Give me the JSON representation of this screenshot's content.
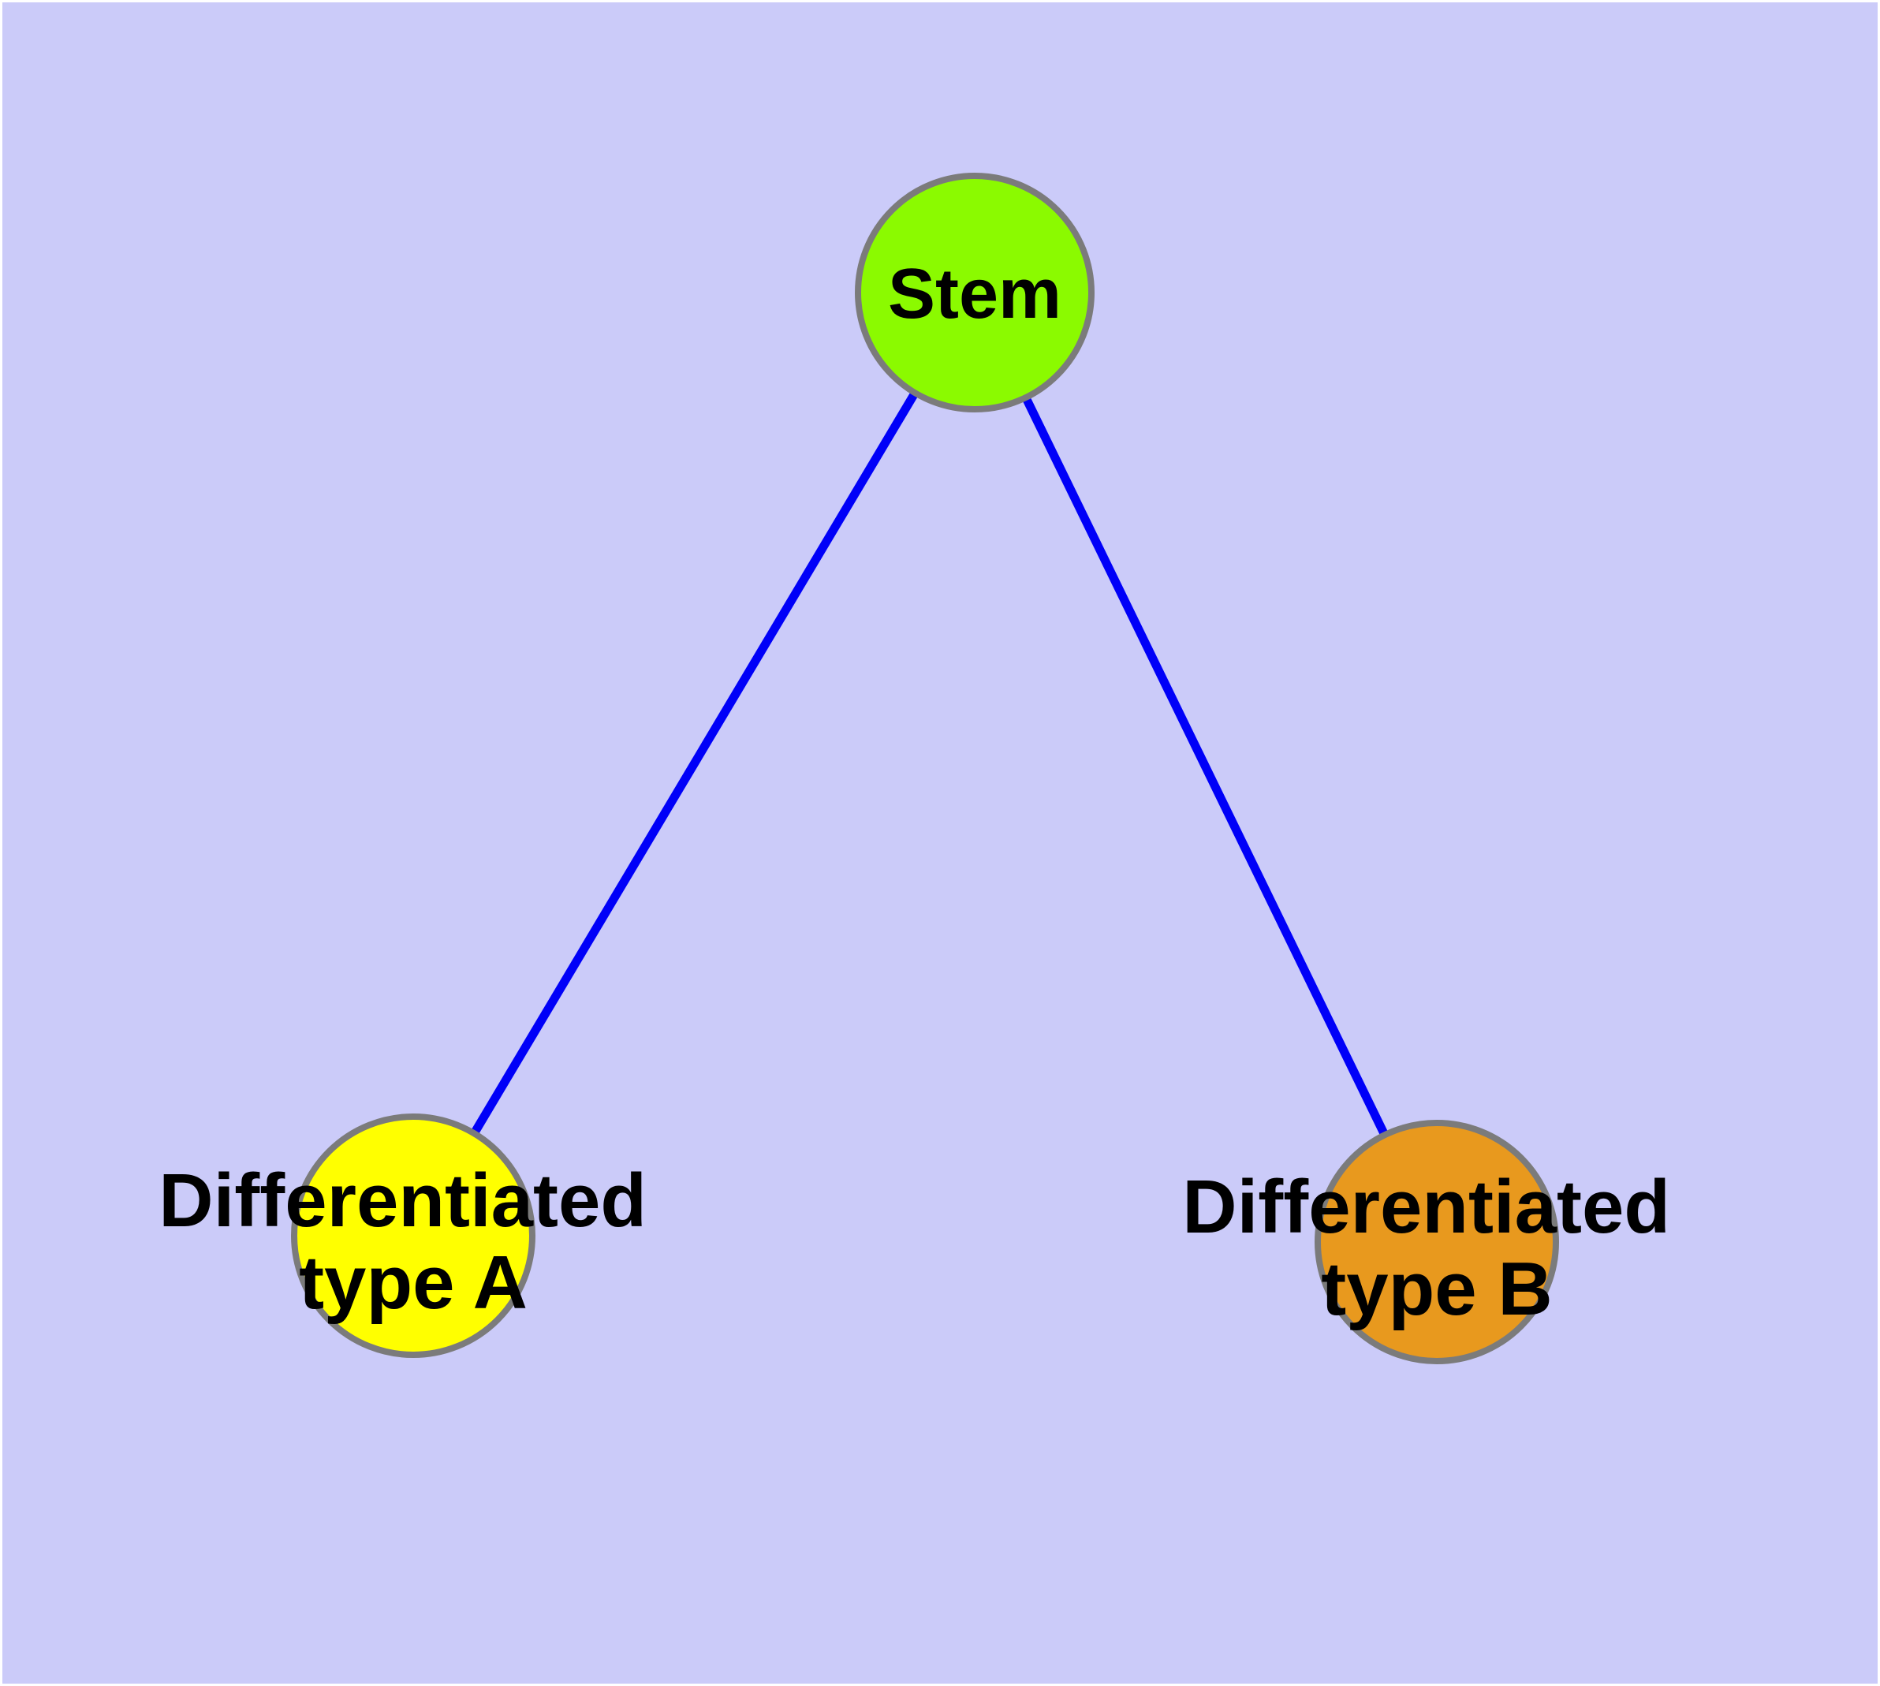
{
  "diagram": {
    "title": "",
    "background_color": "#CBCBF9",
    "page_rim_color": "#FFFFFF",
    "edge_color": "#0000F8",
    "node_border_color": "#7B7B7B",
    "label_color": "#000000",
    "nodes": [
      {
        "id": "stem",
        "label": "Stem",
        "color": "#8BFA00"
      },
      {
        "id": "differentiated-type-a",
        "label_line1": "Differentiated",
        "label_line2": "type A",
        "color": "#FFFF00"
      },
      {
        "id": "differentiated-type-b",
        "label_line1": "Differentiated",
        "label_line2": "type B",
        "color": "#E8991E"
      }
    ],
    "edges": [
      {
        "from": "stem",
        "to": "differentiated-type-a"
      },
      {
        "from": "stem",
        "to": "differentiated-type-b"
      }
    ]
  }
}
